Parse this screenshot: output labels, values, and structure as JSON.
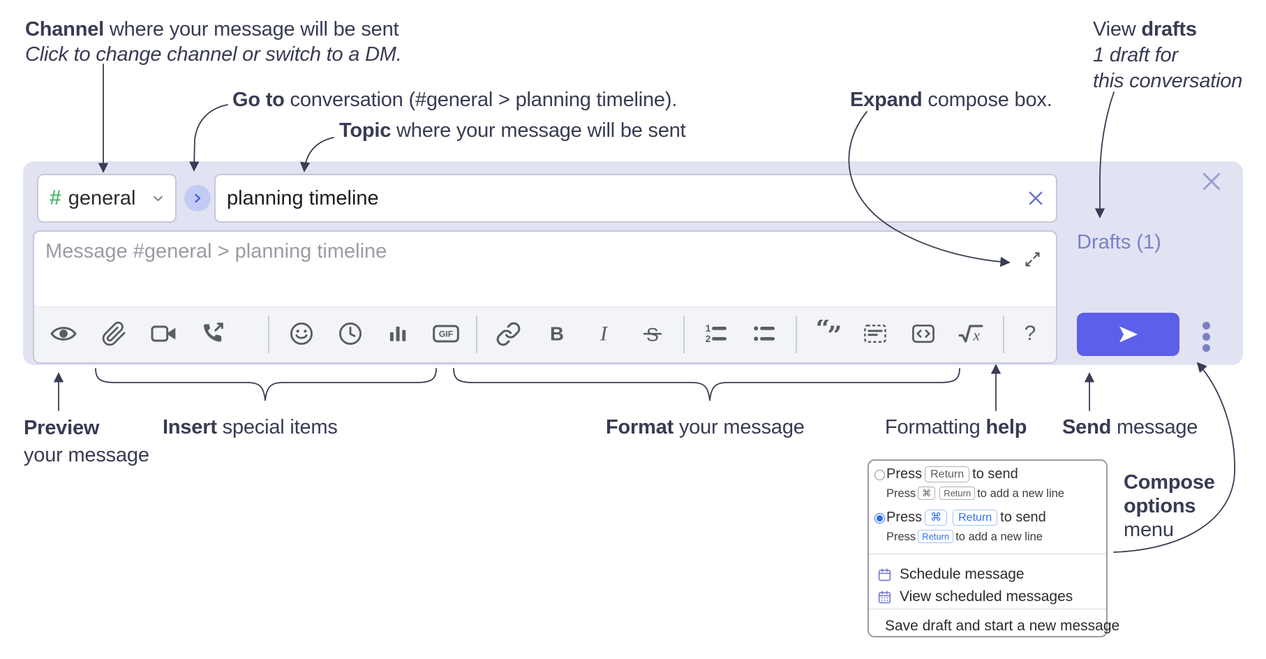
{
  "annotations": {
    "channel_bold": "Channel",
    "channel_rest": " where your message will be sent",
    "channel_sub": "Click to change channel or switch to a DM.",
    "goto_bold": "Go to",
    "goto_rest": " conversation (#general > planning timeline).",
    "topic_bold": "Topic",
    "topic_rest": " where your message will be sent",
    "expand_bold": "Expand",
    "expand_rest": " compose box.",
    "drafts_pre": "View ",
    "drafts_bold": "drafts",
    "drafts_line2": "1 draft for",
    "drafts_line3": "this conversation",
    "preview_bold": "Preview",
    "preview_line2": "your message",
    "insert_bold": "Insert",
    "insert_rest": " special items",
    "format_bold": "Format",
    "format_rest": " your message",
    "fhelp_pre": "Formatting ",
    "fhelp_bold": "help",
    "send_bold": "Send",
    "send_rest": " message",
    "options_line1": "Compose",
    "options_line2": "options",
    "options_line3": "menu"
  },
  "compose": {
    "hash": "#",
    "channel_name": "general",
    "topic_value": "planning timeline",
    "message_placeholder": "Message #general > planning timeline",
    "drafts_label": "Drafts (1)",
    "gif_label": "GIF",
    "bold_label": "B",
    "italic_label": "I",
    "strike_label": "S",
    "math_x": "x",
    "help_label": "?",
    "accent_color": "#5b5fe9",
    "panel_color": "#e1e3f3",
    "link_color": "#7a81c6"
  },
  "popup": {
    "option1_pre": "Press",
    "option1_key": "Return",
    "option1_post": "to send",
    "option1_sub_pre": "Press",
    "option1_sub_key1": "⌘",
    "option1_sub_key2": "Return",
    "option1_sub_post": "to add a new line",
    "option2_pre": "Press",
    "option2_key1": "⌘",
    "option2_key2": "Return",
    "option2_post": "to send",
    "option2_sub_pre": "Press",
    "option2_sub_key": "Return",
    "option2_sub_post": "to add a new line",
    "items": [
      "Schedule message",
      "View scheduled messages",
      "Save draft and start a new message"
    ]
  }
}
